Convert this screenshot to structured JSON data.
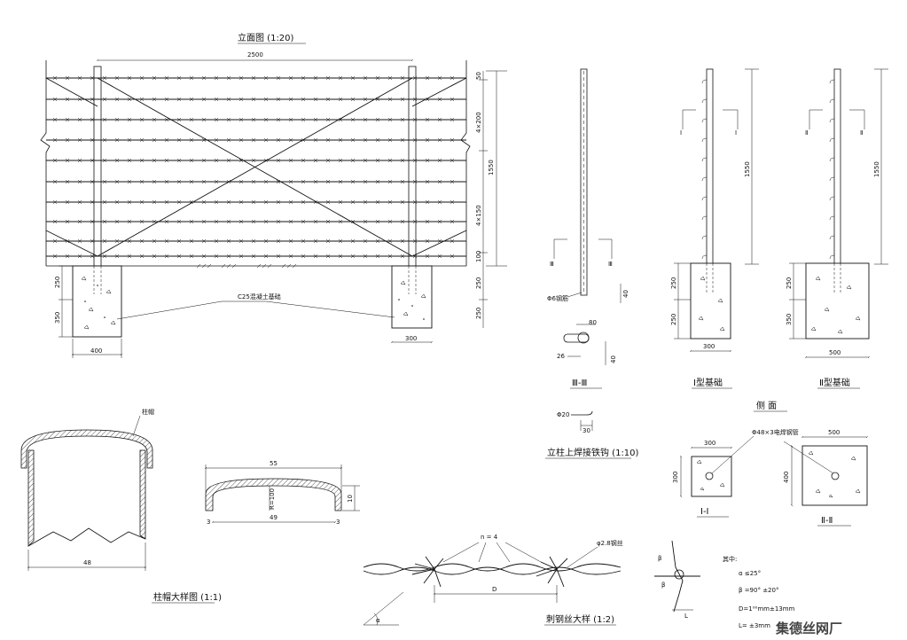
{
  "elevation": {
    "title": "立面图  (1:20)",
    "dim_width": "2500",
    "dim_top": "50",
    "dim_upper": "4×200",
    "dim_lower": "4×150",
    "dim_bottom": "100",
    "dim_height": "1550",
    "dim_found_top": "250",
    "dim_found_bot": "350",
    "dim_found_top_r": "250",
    "dim_found_bot_r": "250",
    "dim_found_w_left": "400",
    "dim_found_w_right": "300",
    "concrete_label": "C25混凝土基础"
  },
  "section3": {
    "title": "Ⅲ-Ⅲ",
    "cut_left": "Ⅲ",
    "cut_right": "Ⅲ",
    "rebar_label": "Φ6钢筋",
    "dim_40a": "40",
    "dim_80": "80",
    "dim_26": "26",
    "dim_40b": "40"
  },
  "type1": {
    "title": "Ⅰ型基础",
    "cut_left": "Ⅰ",
    "cut_right": "Ⅰ",
    "dim_height": "1550",
    "dim_a": "250",
    "dim_b": "250",
    "dim_w": "300"
  },
  "type2": {
    "title": "Ⅱ型基础",
    "cut_left": "Ⅱ",
    "cut_right": "Ⅱ",
    "dim_height": "1550",
    "dim_a": "250",
    "dim_b": "350",
    "dim_w": "500"
  },
  "side_view": {
    "title": "侧  面"
  },
  "hook": {
    "title": "立柱上焊接铁钩  (1:10)",
    "dim_d": "Φ20",
    "dim_30": "30"
  },
  "sec1": {
    "title": "Ⅰ-Ⅰ",
    "dim_w": "300",
    "dim_h": "300",
    "pipe_label": "Φ48×3电焊钢管"
  },
  "sec2": {
    "title": "Ⅱ-Ⅱ",
    "dim_w": "500",
    "dim_h": "400"
  },
  "cap": {
    "title": "柱帽大样图  (1:1)",
    "cap_label": "柱帽",
    "dim_48": "48",
    "dim_55": "55",
    "dim_49": "49",
    "dim_r": "R=100",
    "dim_10": "10",
    "dim_3a": "3",
    "dim_3b": "3"
  },
  "barbed": {
    "title": "刺钢丝大样  (1:2)",
    "n_label": "n = 4",
    "wire_label": "φ2.8钢丝",
    "dim_d": "D",
    "alpha": "α"
  },
  "notes": {
    "beta": "β",
    "beta2": "β",
    "dim_l": "L",
    "header": "其中:",
    "line1": "α ≤25°",
    "line2": "β =90° ±20°",
    "line3": "D=1⁰⁰mm±13mm",
    "line4": "L=  ±3mm"
  },
  "watermark": "集德丝网厂"
}
